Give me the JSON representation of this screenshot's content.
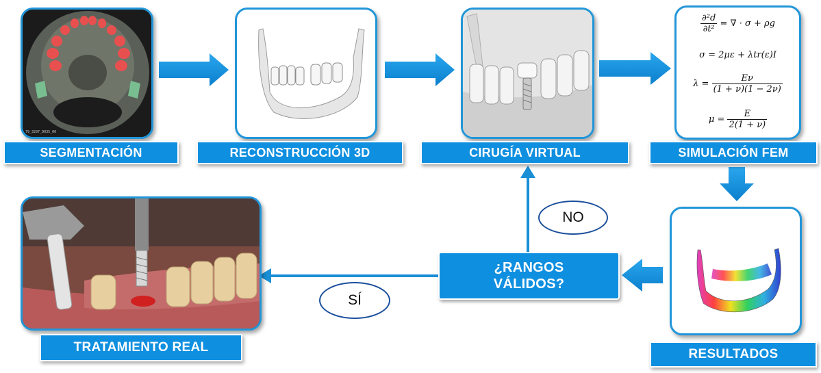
{
  "steps": {
    "segmentation": "SEGMENTACIÓN",
    "reconstruction": "RECONSTRUCCIÓN 3D",
    "virtual_surgery": "CIRUGÍA VIRTUAL",
    "fem_simulation": "SIMULACIÓN FEM",
    "results": "RESULTADOS",
    "valid_ranges_line1": "¿RANGOS",
    "valid_ranges_line2": "VÁLIDOS?",
    "real_treatment": "TRATAMIENTO REAL"
  },
  "decisions": {
    "no": "NO",
    "yes": "SÍ"
  },
  "ct_caption": "79_3297_D035_00",
  "formulas": {
    "f1_lhs_num": "∂²d",
    "f1_lhs_den": "∂t²",
    "f1_rhs": "= ∇ · σ + ρg",
    "f2": "σ = 2με + λtr(ε)I",
    "f3_lhs": "λ =",
    "f3_num": "Eν",
    "f3_den": "(1 + ν)(1 − 2ν)",
    "f4_lhs": "μ =",
    "f4_num": "E",
    "f4_den": "2(1 + ν)"
  },
  "colors": {
    "accent": "#0f8fe0",
    "border": "#2196d9",
    "arrow": "#1a8fd6",
    "oval_border": "#1b4f9c"
  }
}
